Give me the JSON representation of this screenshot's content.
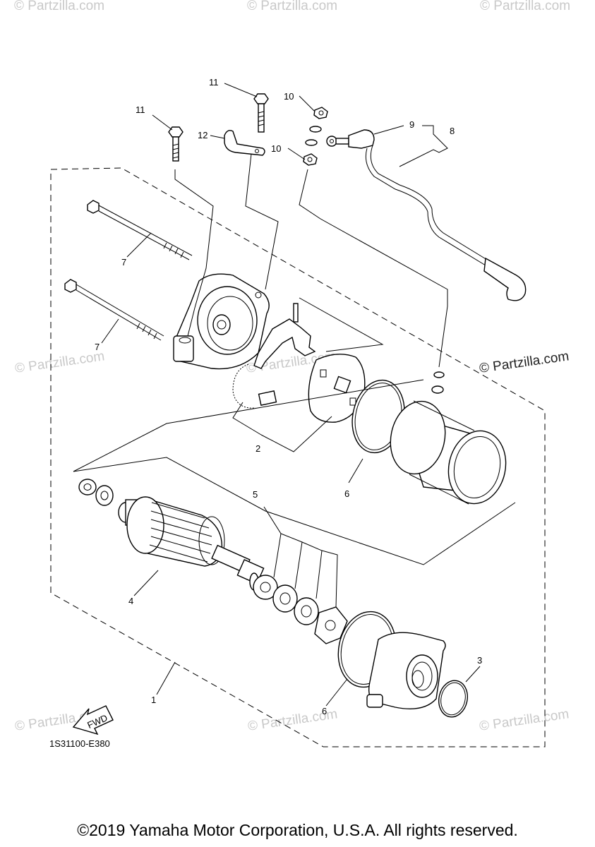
{
  "diagram": {
    "callouts": {
      "c1": "1",
      "c2": "2",
      "c3": "3",
      "c4": "4",
      "c5": "5",
      "c6a": "6",
      "c6b": "6",
      "c7a": "7",
      "c7b": "7",
      "c8": "8",
      "c9": "9",
      "c10a": "10",
      "c10b": "10",
      "c11a": "11",
      "c11b": "11",
      "c12": "12"
    },
    "diagram_code": "1S31100-E380",
    "fwd_label": "FWD",
    "watermark": "© Partzilla.com",
    "watermark_brand": "© Partzilla.com"
  },
  "footer": {
    "copyright": "©2019 Yamaha Motor Corporation, U.S.A. All rights reserved."
  }
}
